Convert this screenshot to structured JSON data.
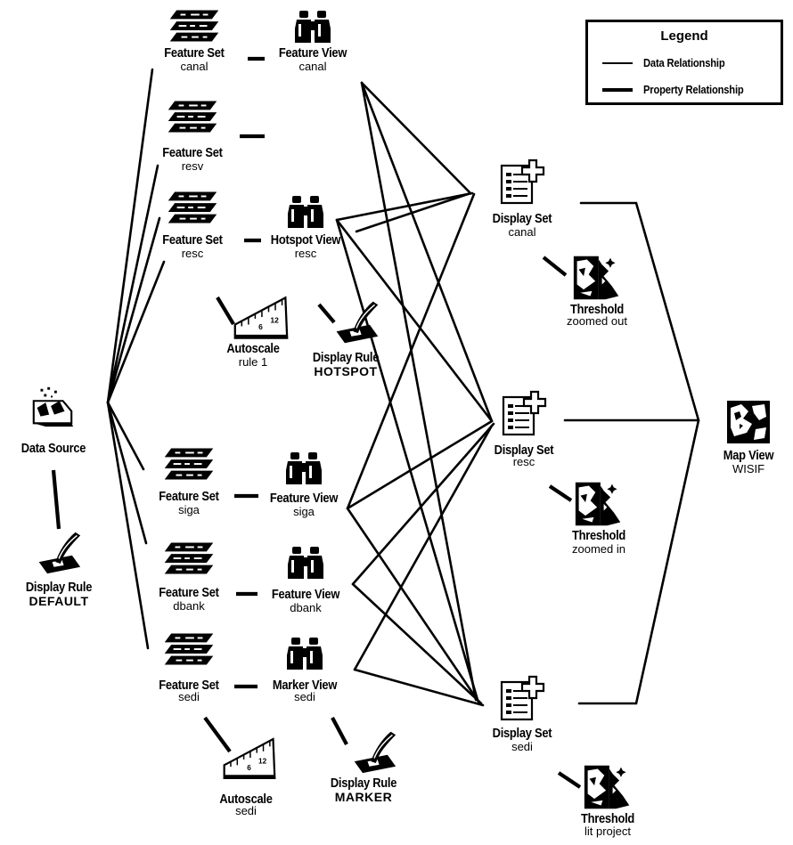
{
  "legend": {
    "title": "Legend",
    "items": [
      {
        "label": "Data Relationship",
        "style": "thin"
      },
      {
        "label": "Property Relationship",
        "style": "thick"
      }
    ]
  },
  "nodes": {
    "fs_canal": {
      "name": "Feature Set",
      "sub": "canal",
      "icon": "feature-set-icon"
    },
    "fv_canal": {
      "name": "Feature View",
      "sub": "canal",
      "icon": "binoculars-icon"
    },
    "fs_resv": {
      "name": "Feature Set",
      "sub": "resv",
      "icon": "feature-set-icon"
    },
    "fs_resc": {
      "name": "Feature Set",
      "sub": "resc",
      "icon": "feature-set-icon"
    },
    "hv_resc": {
      "name": "Hotspot View",
      "sub": "resc",
      "icon": "binoculars-icon"
    },
    "as_rule1": {
      "name": "Autoscale",
      "sub": "rule 1",
      "icon": "ruler-icon"
    },
    "dr_hotspot": {
      "name": "Display Rule",
      "sub": "HOTSPOT",
      "icon": "pen-icon"
    },
    "data_source": {
      "name": "Data Source",
      "sub": "",
      "icon": "data-source-icon"
    },
    "dr_default": {
      "name": "Display Rule",
      "sub": "DEFAULT",
      "icon": "pen-icon"
    },
    "fs_siga": {
      "name": "Feature Set",
      "sub": "siga",
      "icon": "feature-set-icon"
    },
    "fv_siga": {
      "name": "Feature View",
      "sub": "siga",
      "icon": "binoculars-icon"
    },
    "fs_dbank": {
      "name": "Feature Set",
      "sub": "dbank",
      "icon": "feature-set-icon"
    },
    "fv_dbank": {
      "name": "Feature View",
      "sub": "dbank",
      "icon": "binoculars-icon"
    },
    "fs_sedi": {
      "name": "Feature Set",
      "sub": "sedi",
      "icon": "feature-set-icon"
    },
    "mv_sedi": {
      "name": "Marker View",
      "sub": "sedi",
      "icon": "binoculars-icon"
    },
    "as_sedi": {
      "name": "Autoscale",
      "sub": "sedi",
      "icon": "ruler-icon"
    },
    "dr_marker": {
      "name": "Display Rule",
      "sub": "MARKER",
      "icon": "pen-icon"
    },
    "ds_canal": {
      "name": "Display Set",
      "sub": "canal",
      "icon": "display-set-icon"
    },
    "th_out": {
      "name": "Threshold",
      "sub": "zoomed out",
      "icon": "threshold-icon"
    },
    "ds_resc": {
      "name": "Display Set",
      "sub": "resc",
      "icon": "display-set-icon"
    },
    "th_in": {
      "name": "Threshold",
      "sub": "zoomed in",
      "icon": "threshold-icon"
    },
    "ds_sedi": {
      "name": "Display Set",
      "sub": "sedi",
      "icon": "display-set-icon"
    },
    "th_lit": {
      "name": "Threshold",
      "sub": "lit project",
      "icon": "threshold-icon"
    },
    "map_view": {
      "name": "Map View",
      "sub": "WISIF",
      "icon": "map-icon"
    }
  },
  "edges": {
    "data": [
      [
        "data_source",
        "fs_canal"
      ],
      [
        "data_source",
        "fs_resv"
      ],
      [
        "data_source",
        "fs_resc"
      ],
      [
        "data_source",
        "fs_siga"
      ],
      [
        "data_source",
        "fs_dbank"
      ],
      [
        "data_source",
        "fs_sedi"
      ],
      [
        "fv_canal",
        "ds_canal"
      ],
      [
        "fv_canal",
        "ds_resc"
      ],
      [
        "fv_canal",
        "ds_sedi"
      ],
      [
        "hv_resc",
        "ds_canal"
      ],
      [
        "hv_resc",
        "ds_resc"
      ],
      [
        "hv_resc",
        "ds_sedi"
      ],
      [
        "fv_siga",
        "ds_canal"
      ],
      [
        "fv_siga",
        "ds_resc"
      ],
      [
        "fv_siga",
        "ds_sedi"
      ],
      [
        "fv_dbank",
        "ds_resc"
      ],
      [
        "fv_dbank",
        "ds_sedi"
      ],
      [
        "mv_sedi",
        "ds_resc"
      ],
      [
        "mv_sedi",
        "ds_sedi"
      ],
      [
        "ds_canal",
        "map_view"
      ],
      [
        "ds_resc",
        "map_view"
      ],
      [
        "ds_sedi",
        "map_view"
      ]
    ],
    "property": [
      [
        "fs_canal",
        "fv_canal"
      ],
      [
        "fs_resv",
        "stub"
      ],
      [
        "fs_resc",
        "hv_resc"
      ],
      [
        "fs_siga",
        "fv_siga"
      ],
      [
        "fs_dbank",
        "fv_dbank"
      ],
      [
        "fs_sedi",
        "mv_sedi"
      ],
      [
        "fs_resc",
        "as_rule1"
      ],
      [
        "hv_resc",
        "dr_hotspot"
      ],
      [
        "fs_sedi",
        "as_sedi"
      ],
      [
        "mv_sedi",
        "dr_marker"
      ],
      [
        "data_source",
        "dr_default"
      ],
      [
        "ds_canal",
        "th_out"
      ],
      [
        "ds_resc",
        "th_in"
      ],
      [
        "ds_sedi",
        "th_lit"
      ]
    ]
  }
}
